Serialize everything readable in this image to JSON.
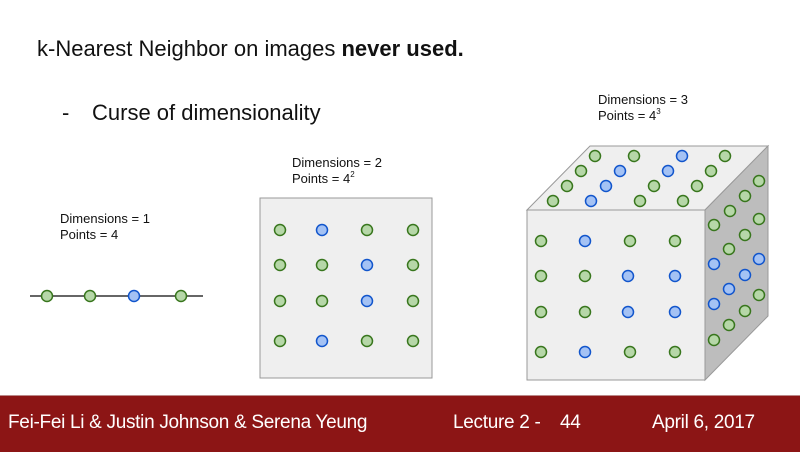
{
  "slide": {
    "title_regular": "k-Nearest Neighbor on images ",
    "title_bold": "never used.",
    "bullet_marker": "-",
    "bullet_text": "Curse of dimensionality"
  },
  "panels": [
    {
      "dimensions_label": "Dimensions = 1",
      "points_label": "Points = 4",
      "points_exponent": ""
    },
    {
      "dimensions_label": "Dimensions = 2",
      "points_label": "Points = 4",
      "points_exponent": "2"
    },
    {
      "dimensions_label": "Dimensions = 3",
      "points_label": "Points = 4",
      "points_exponent": "3"
    }
  ],
  "colors": {
    "green_fill": "#b6d7a8",
    "green_stroke": "#38761d",
    "blue_fill": "#a4c2f4",
    "blue_stroke": "#1155cc",
    "face_fill": "#efefef",
    "side_fill": "#bdbdbd",
    "footer_bg": "#8c1515"
  },
  "footer": {
    "authors": "Fei-Fei Li & Justin Johnson & Serena Yeung",
    "lecture": "Lecture 2 -",
    "page": "44",
    "date": "April 6, 2017"
  }
}
